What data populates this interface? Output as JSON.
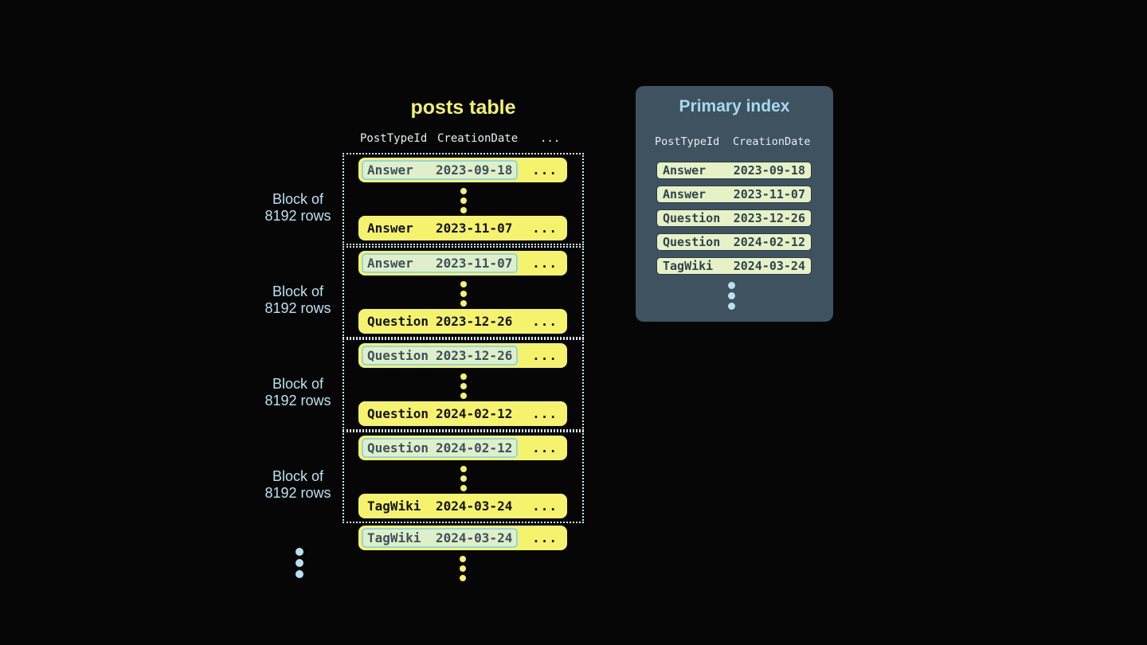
{
  "colors": {
    "background": "#060606",
    "accent_yellow": "#f3f06e",
    "row_yellow": "#f5f26e",
    "panel_slate": "#3e5260",
    "light_blue": "#b7e2f2",
    "pill_green": "#e0efc9",
    "pill_border_cyan": "#8ed7e9",
    "index_pill_green": "#e6f1c6",
    "index_pill_border": "#2c3b44",
    "dark_slate_text": "#3d5260",
    "row_text_dark": "#141414",
    "header_text": "#e9eef0",
    "dotted_border": "#cfeaf0"
  },
  "posts_table": {
    "title": "posts table",
    "columns": [
      "PostTypeId",
      "CreationDate",
      "..."
    ],
    "ellipsis": "...",
    "blocks": [
      {
        "label_top": "Block of",
        "label_bottom": "8192 rows",
        "first_row": {
          "type": "Answer",
          "date": "2023-09-18"
        },
        "last_row": {
          "type": "Answer",
          "date": "2023-11-07"
        }
      },
      {
        "label_top": "Block of",
        "label_bottom": "8192 rows",
        "first_row": {
          "type": "Answer",
          "date": "2023-11-07"
        },
        "last_row": {
          "type": "Question",
          "date": "2023-12-26"
        }
      },
      {
        "label_top": "Block of",
        "label_bottom": "8192 rows",
        "first_row": {
          "type": "Question",
          "date": "2023-12-26"
        },
        "last_row": {
          "type": "Question",
          "date": "2024-02-12"
        }
      },
      {
        "label_top": "Block of",
        "label_bottom": "8192 rows",
        "first_row": {
          "type": "Question",
          "date": "2024-02-12"
        },
        "last_row": {
          "type": "TagWiki",
          "date": "2024-03-24"
        }
      }
    ],
    "overflow_row": {
      "type": "TagWiki",
      "date": "2024-03-24"
    }
  },
  "primary_index": {
    "title": "Primary index",
    "columns": [
      "PostTypeId",
      "CreationDate"
    ],
    "rows": [
      {
        "type": "Answer",
        "date": "2023-09-18"
      },
      {
        "type": "Answer",
        "date": "2023-11-07"
      },
      {
        "type": "Question",
        "date": "2023-12-26"
      },
      {
        "type": "Question",
        "date": "2024-02-12"
      },
      {
        "type": "TagWiki",
        "date": "2024-03-24"
      }
    ]
  }
}
